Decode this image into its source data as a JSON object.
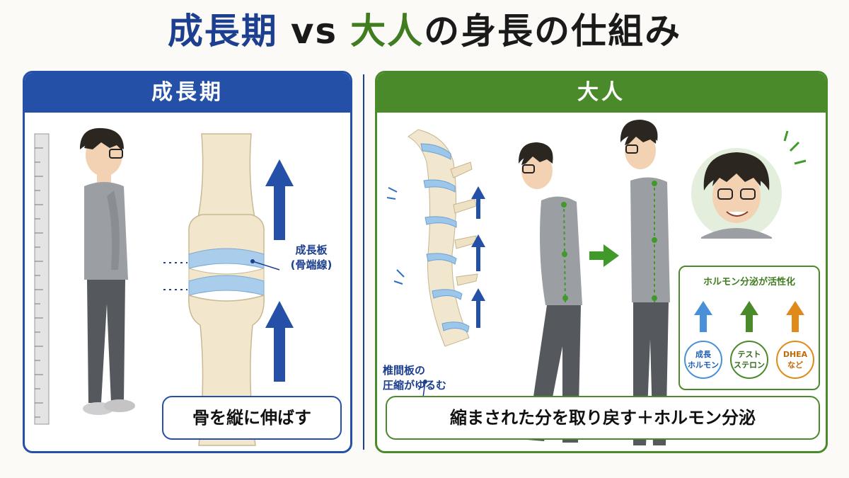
{
  "title": {
    "part1": "成長期",
    "vs": "vs",
    "part2": "大人",
    "part3": "の身長の仕組み"
  },
  "left_panel": {
    "header": "成長期",
    "growth_plate_label_line1": "成長板",
    "growth_plate_label_line2": "(骨端線)",
    "caption": "骨を縦に伸ばす"
  },
  "right_panel": {
    "header": "大人",
    "disc_label_line1": "椎間板の",
    "disc_label_line2": "圧縮がゆるむ",
    "hormone_box": {
      "title": "ホルモン分泌が活性化",
      "items": [
        {
          "line1": "成長",
          "line2": "ホルモン",
          "color": "#4a90d9"
        },
        {
          "line1": "テスト",
          "line2": "ステロン",
          "color": "#4a8a2a"
        },
        {
          "line1": "DHEA",
          "line2": "など",
          "color": "#e08a1a"
        }
      ]
    },
    "caption": "縮まされた分を取り戻す＋ホルモン分泌"
  },
  "colors": {
    "blue": "#2450a8",
    "green": "#4a8a2a",
    "orange": "#e08a1a",
    "light_blue": "#4a90d9"
  }
}
